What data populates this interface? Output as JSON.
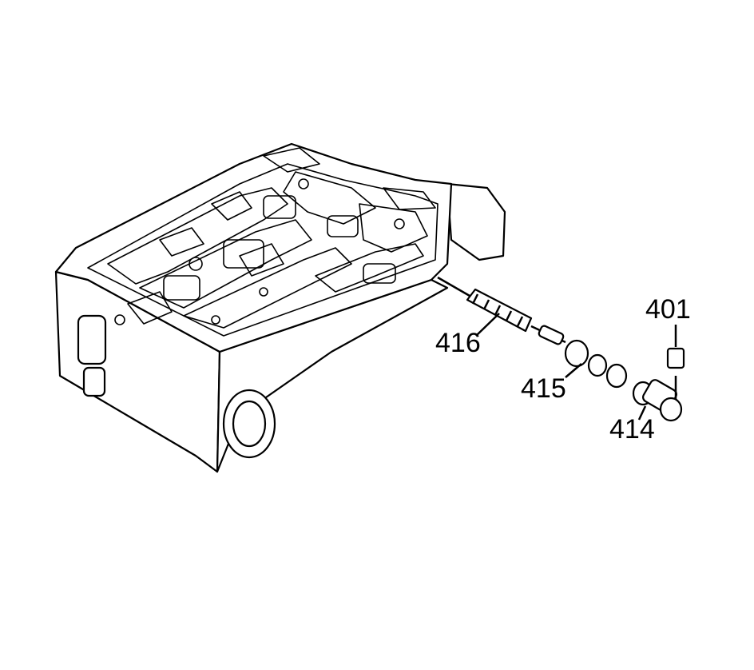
{
  "callouts": [
    {
      "id": "401",
      "label": "401"
    },
    {
      "id": "416",
      "label": "416"
    },
    {
      "id": "415",
      "label": "415"
    },
    {
      "id": "414",
      "label": "414"
    }
  ]
}
